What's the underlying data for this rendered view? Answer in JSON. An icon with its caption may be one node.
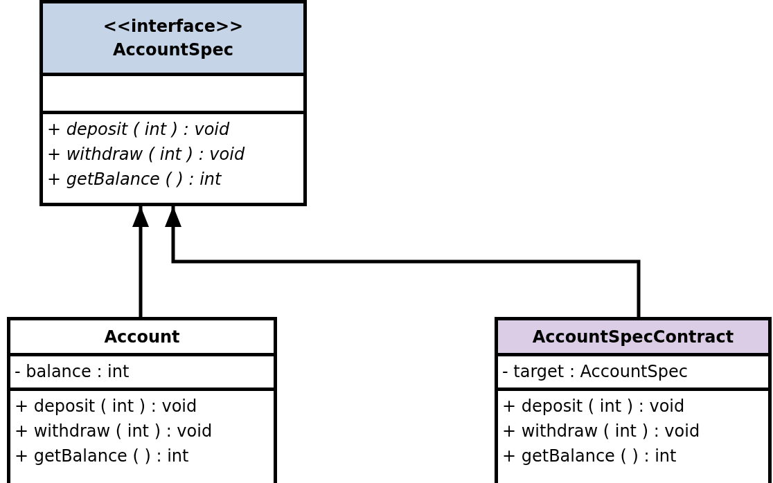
{
  "diagram": {
    "nodes": [
      {
        "text": [],
        "shape": "box"
      },
      {
        "text": [
          "<<interface>>",
          "AccountSpec"
        ],
        "in": 0
      },
      {
        "text": [],
        "shape": "box",
        "in": 0
      },
      {
        "text": [
          "+ deposit ( int ) : void",
          "+ withdraw ( int ) : void",
          "+ getBalance ( ) : int"
        ],
        "in": 0
      },
      {
        "text": [],
        "shape": "box"
      },
      {
        "text": [
          "Account"
        ],
        "in": 4
      },
      {
        "text": [
          "- balance : int"
        ],
        "in": 4
      },
      {
        "text": [
          "+ deposit ( int ) : void",
          "+ withdraw ( int ) : void",
          "+ getBalance ( ) : int"
        ],
        "in": 4
      },
      {
        "text": [],
        "shape": "box"
      },
      {
        "text": [
          "AccountSpecContract"
        ],
        "in": 8
      },
      {
        "text": [
          "- target : AccountSpec"
        ],
        "in": 8
      },
      {
        "text": [
          "+ deposit ( int ) : void",
          "+ withdraw ( int ) : void",
          "+ getBalance ( ) : int"
        ],
        "in": 8
      }
    ],
    "edges": [
      {
        "from": 4,
        "to": 0,
        "arrow": "to"
      },
      {
        "from": 8,
        "to": 0,
        "arrow": "to"
      }
    ]
  }
}
